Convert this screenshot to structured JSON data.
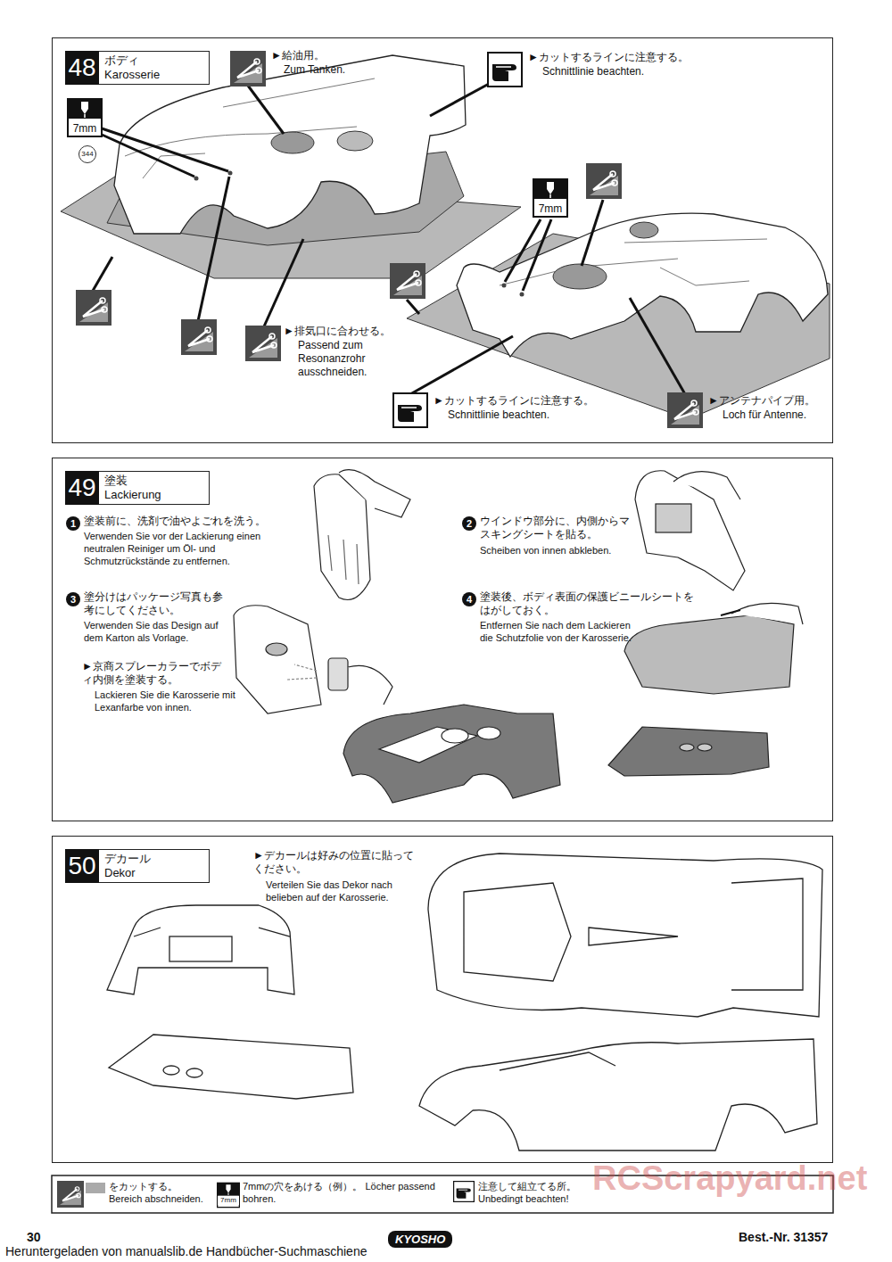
{
  "diagram": {
    "nodes": [
      {
        "text": [
          "48",
          "ボディ",
          "Karosserie"
        ]
      },
      {
        "text": [
          "49",
          "塗装",
          "Lackierung"
        ]
      },
      {
        "text": [
          "50",
          "デカール",
          "Dekor"
        ]
      }
    ],
    "labels": [
      "7mm",
      "344",
      "►給油用。",
      "Zum Tanken.",
      "►カットするラインに注意する。",
      "Schnittlinie beachten.",
      "►排気口に合わせる。",
      "Passend zum Resonanzrohr ausschneiden.",
      "►カットするラインに注意する。",
      "Schnittlinie beachten.",
      "7mm",
      "►アンテナパイプ用。",
      "Loch für Antenne.",
      "1",
      "塗装前に、洗剤で油やよごれを洗う。",
      "Verwenden Sie vor der Lackierung einen neutralen Reiniger um Öl- und Schmutzrückstände zu entfernen.",
      "2",
      "ウインドウ部分に、内側からマスキングシートを貼る。",
      "Scheiben von innen abkleben.",
      "3",
      "塗分けはパッケージ写真も参考にしてください。",
      "Verwenden Sie das Design auf dem Karton als Vorlage.",
      "►京商スプレーカラーでボディ内側を塗装する。",
      "Lackieren Sie die Karosserie mit Lexanfarbe von innen.",
      "4",
      "塗装後、ボディ表面の保護ビニールシートをはがしておく。",
      "Entfernen Sie nach dem Lackieren die Schutzfolie von der Karosserie.",
      "►デカールは好みの位置に貼ってください。",
      "Verteilen Sie das Dekor nach belieben auf der Karosserie.",
      "7mm",
      "30",
      "KYOSHO",
      "Best.-Nr. 31357",
      "Heruntergeladen von manualslib.de Handbücher-Suchmaschiene",
      "RCScrapyard.net"
    ],
    "legend": [
      {
        "text": "をカットする。 Bereich abschneiden."
      },
      {
        "text": "7mmの穴をあける（例）。 Löcher passend bohren."
      },
      {
        "text": "注意して組立てる所。 Unbedingt beachten!"
      }
    ]
  }
}
